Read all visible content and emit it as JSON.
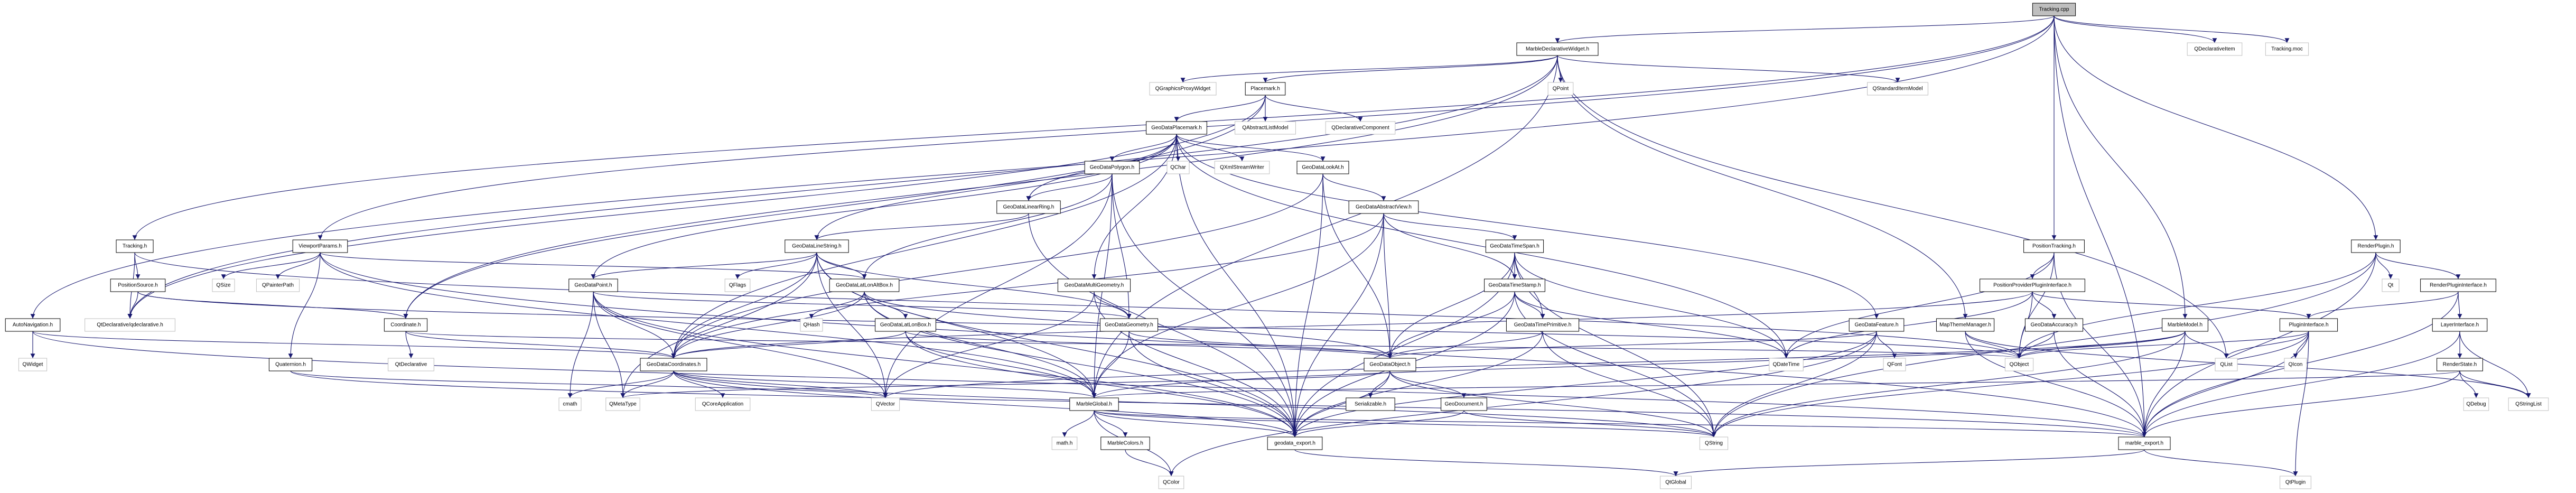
{
  "title": "Include dependency graph for Tracking.cpp",
  "colors": {
    "edge": "#191970",
    "root_fill": "#bfbfbf",
    "internal_border": "#000000",
    "external_border": "#bfbfbf"
  },
  "nodes": [
    {
      "id": "tracking_cpp",
      "label": "Tracking.cpp",
      "kind": "root"
    },
    {
      "id": "qdeclarativeitem",
      "label": "QDeclarativeItem",
      "kind": "external"
    },
    {
      "id": "tracking_moc",
      "label": "Tracking.moc",
      "kind": "external"
    },
    {
      "id": "marbledeclarativewidget",
      "label": "MarbleDeclarativeWidget.h",
      "kind": "internal"
    },
    {
      "id": "qgraphicsproxywidget",
      "label": "QGraphicsProxyWidget",
      "kind": "external"
    },
    {
      "id": "placemark",
      "label": "Placemark.h",
      "kind": "internal"
    },
    {
      "id": "qpoint",
      "label": "QPoint",
      "kind": "external"
    },
    {
      "id": "qstandarditemmodel",
      "label": "QStandardItemModel",
      "kind": "external"
    },
    {
      "id": "geodataplacemark",
      "label": "GeoDataPlacemark.h",
      "kind": "internal"
    },
    {
      "id": "qabstractlistmodel",
      "label": "QAbstractListModel",
      "kind": "external"
    },
    {
      "id": "qdeclarativecomponent",
      "label": "QDeclarativeComponent",
      "kind": "external"
    },
    {
      "id": "geodatapolygon",
      "label": "GeoDataPolygon.h",
      "kind": "internal"
    },
    {
      "id": "qchar",
      "label": "QChar",
      "kind": "external"
    },
    {
      "id": "qxmlstreamwriter",
      "label": "QXmlStreamWriter",
      "kind": "external"
    },
    {
      "id": "geodatalookat",
      "label": "GeoDataLookAt.h",
      "kind": "internal"
    },
    {
      "id": "geodatalinearring",
      "label": "GeoDataLinearRing.h",
      "kind": "internal"
    },
    {
      "id": "geodataabstractview",
      "label": "GeoDataAbstractView.h",
      "kind": "internal"
    },
    {
      "id": "tracking_h",
      "label": "Tracking.h",
      "kind": "internal"
    },
    {
      "id": "viewportparams",
      "label": "ViewportParams.h",
      "kind": "internal"
    },
    {
      "id": "geodatalinestring",
      "label": "GeoDataLineString.h",
      "kind": "internal"
    },
    {
      "id": "geodatatimespan",
      "label": "GeoDataTimeSpan.h",
      "kind": "internal"
    },
    {
      "id": "positiontracking",
      "label": "PositionTracking.h",
      "kind": "internal"
    },
    {
      "id": "renderplugin",
      "label": "RenderPlugin.h",
      "kind": "internal"
    },
    {
      "id": "positionsource",
      "label": "PositionSource.h",
      "kind": "internal"
    },
    {
      "id": "qsize",
      "label": "QSize",
      "kind": "external"
    },
    {
      "id": "qpainterpath",
      "label": "QPainterPath",
      "kind": "external"
    },
    {
      "id": "geodatapoint",
      "label": "GeoDataPoint.h",
      "kind": "internal"
    },
    {
      "id": "qflags",
      "label": "QFlags",
      "kind": "external"
    },
    {
      "id": "geodatalatlonaltbox",
      "label": "GeoDataLatLonAltBox.h",
      "kind": "internal"
    },
    {
      "id": "geodatamultigeometry",
      "label": "GeoDataMultiGeometry.h",
      "kind": "internal"
    },
    {
      "id": "geodatatimestamp",
      "label": "GeoDataTimeStamp.h",
      "kind": "internal"
    },
    {
      "id": "positionproviderplugininterface",
      "label": "PositionProviderPluginInterface.h",
      "kind": "internal"
    },
    {
      "id": "qt",
      "label": "Qt",
      "kind": "external"
    },
    {
      "id": "renderplugininterface",
      "label": "RenderPluginInterface.h",
      "kind": "internal"
    },
    {
      "id": "autonavigation",
      "label": "AutoNavigation.h",
      "kind": "internal"
    },
    {
      "id": "qtdeclarative_qdeclarative",
      "label": "QtDeclarative/qdeclarative.h",
      "kind": "external"
    },
    {
      "id": "coordinate",
      "label": "Coordinate.h",
      "kind": "internal"
    },
    {
      "id": "qhash",
      "label": "QHash",
      "kind": "external"
    },
    {
      "id": "geodatalatlonbox",
      "label": "GeoDataLatLonBox.h",
      "kind": "internal"
    },
    {
      "id": "geodatageometry",
      "label": "GeoDataGeometry.h",
      "kind": "internal"
    },
    {
      "id": "geodatatimeprimitive",
      "label": "GeoDataTimePrimitive.h",
      "kind": "internal"
    },
    {
      "id": "geodatafeature",
      "label": "GeoDataFeature.h",
      "kind": "internal"
    },
    {
      "id": "mapthememanager",
      "label": "MapThemeManager.h",
      "kind": "internal"
    },
    {
      "id": "geodataaccuracy",
      "label": "GeoDataAccuracy.h",
      "kind": "internal"
    },
    {
      "id": "marblemodel",
      "label": "MarbleModel.h",
      "kind": "internal"
    },
    {
      "id": "plugininterface",
      "label": "PluginInterface.h",
      "kind": "internal"
    },
    {
      "id": "layerinterface",
      "label": "LayerInterface.h",
      "kind": "internal"
    },
    {
      "id": "qwidget",
      "label": "QWidget",
      "kind": "external"
    },
    {
      "id": "quaternion",
      "label": "Quaternion.h",
      "kind": "internal"
    },
    {
      "id": "qtdeclarative",
      "label": "QtDeclarative",
      "kind": "external"
    },
    {
      "id": "geodatacoordinates",
      "label": "GeoDataCoordinates.h",
      "kind": "internal"
    },
    {
      "id": "geodataobject",
      "label": "GeoDataObject.h",
      "kind": "internal"
    },
    {
      "id": "qdatetime",
      "label": "QDateTime",
      "kind": "external"
    },
    {
      "id": "qfont",
      "label": "QFont",
      "kind": "external"
    },
    {
      "id": "qobject",
      "label": "QObject",
      "kind": "external"
    },
    {
      "id": "qlist",
      "label": "QList",
      "kind": "external"
    },
    {
      "id": "qicon",
      "label": "QIcon",
      "kind": "external"
    },
    {
      "id": "renderstate",
      "label": "RenderState.h",
      "kind": "internal"
    },
    {
      "id": "cmath",
      "label": "cmath",
      "kind": "external"
    },
    {
      "id": "qmetatype",
      "label": "QMetaType",
      "kind": "external"
    },
    {
      "id": "qcoreapplication",
      "label": "QCoreApplication",
      "kind": "external"
    },
    {
      "id": "qvector",
      "label": "QVector",
      "kind": "external"
    },
    {
      "id": "marbleglobal",
      "label": "MarbleGlobal.h",
      "kind": "internal"
    },
    {
      "id": "serializable",
      "label": "Serializable.h",
      "kind": "internal"
    },
    {
      "id": "geodocument",
      "label": "GeoDocument.h",
      "kind": "internal"
    },
    {
      "id": "qdebug",
      "label": "QDebug",
      "kind": "external"
    },
    {
      "id": "qstringlist",
      "label": "QStringList",
      "kind": "external"
    },
    {
      "id": "math_h",
      "label": "math.h",
      "kind": "external"
    },
    {
      "id": "marblecolors",
      "label": "MarbleColors.h",
      "kind": "internal"
    },
    {
      "id": "geodata_export",
      "label": "geodata_export.h",
      "kind": "internal"
    },
    {
      "id": "qstring",
      "label": "QString",
      "kind": "external"
    },
    {
      "id": "marble_export",
      "label": "marble_export.h",
      "kind": "internal"
    },
    {
      "id": "qcolor",
      "label": "QColor",
      "kind": "external"
    },
    {
      "id": "qtglobal",
      "label": "QtGlobal",
      "kind": "external"
    },
    {
      "id": "qtplugin",
      "label": "QtPlugin",
      "kind": "external"
    }
  ],
  "edges": [
    [
      "tracking_cpp",
      "qdeclarativeitem"
    ],
    [
      "tracking_cpp",
      "tracking_moc"
    ],
    [
      "tracking_cpp",
      "marbledeclarativewidget"
    ],
    [
      "tracking_cpp",
      "tracking_h"
    ],
    [
      "tracking_cpp",
      "autonavigation"
    ],
    [
      "tracking_cpp",
      "viewportparams"
    ],
    [
      "tracking_cpp",
      "positiontracking"
    ],
    [
      "tracking_cpp",
      "renderplugin"
    ],
    [
      "tracking_cpp",
      "marblemodel"
    ],
    [
      "tracking_cpp",
      "marble_export"
    ],
    [
      "marbledeclarativewidget",
      "qgraphicsproxywidget"
    ],
    [
      "marbledeclarativewidget",
      "placemark"
    ],
    [
      "marbledeclarativewidget",
      "qpoint"
    ],
    [
      "marbledeclarativewidget",
      "qstandarditemmodel"
    ],
    [
      "marbledeclarativewidget",
      "mapthememanager"
    ],
    [
      "marbledeclarativewidget",
      "coordinate"
    ],
    [
      "marbledeclarativewidget",
      "qtdeclarative_qdeclarative"
    ],
    [
      "marbledeclarativewidget",
      "qlist"
    ],
    [
      "marbledeclarativewidget",
      "marbleglobal"
    ],
    [
      "placemark",
      "geodataplacemark"
    ],
    [
      "placemark",
      "qabstractlistmodel"
    ],
    [
      "placemark",
      "qdeclarativecomponent"
    ],
    [
      "placemark",
      "coordinate"
    ],
    [
      "placemark",
      "qtdeclarative_qdeclarative"
    ],
    [
      "geodataplacemark",
      "geodatapolygon"
    ],
    [
      "geodataplacemark",
      "qchar"
    ],
    [
      "geodataplacemark",
      "qxmlstreamwriter"
    ],
    [
      "geodataplacemark",
      "geodatalookat"
    ],
    [
      "geodataplacemark",
      "geodatalinearring"
    ],
    [
      "geodataplacemark",
      "geodatalinestring"
    ],
    [
      "geodataplacemark",
      "geodatapoint"
    ],
    [
      "geodataplacemark",
      "geodatamultigeometry"
    ],
    [
      "geodataplacemark",
      "geodatafeature"
    ],
    [
      "geodataplacemark",
      "geodata_export"
    ],
    [
      "geodataplacemark",
      "qdatetime"
    ],
    [
      "geodataplacemark",
      "geodatacoordinates"
    ],
    [
      "geodatapolygon",
      "geodatalinearring"
    ],
    [
      "geodatapolygon",
      "geodatageometry"
    ],
    [
      "geodatapolygon",
      "geodata_export"
    ],
    [
      "geodatapolygon",
      "qvector"
    ],
    [
      "geodatapolygon",
      "marbleglobal"
    ],
    [
      "geodatapolygon",
      "geodatalatlonaltbox"
    ],
    [
      "geodatalookat",
      "geodataabstractview"
    ],
    [
      "geodatalookat",
      "geodatacoordinates"
    ],
    [
      "geodatalookat",
      "geodata_export"
    ],
    [
      "geodatalookat",
      "geodataobject"
    ],
    [
      "geodatalinearring",
      "geodatalinestring"
    ],
    [
      "geodatalinearring",
      "geodata_export"
    ],
    [
      "geodataabstractview",
      "geodatatimespan"
    ],
    [
      "geodataabstractview",
      "geodatatimestamp"
    ],
    [
      "geodataabstractview",
      "geodataobject"
    ],
    [
      "geodataabstractview",
      "geodata_export"
    ],
    [
      "geodataabstractview",
      "geodatacoordinates"
    ],
    [
      "geodataabstractview",
      "marbleglobal"
    ],
    [
      "tracking_h",
      "positionsource"
    ],
    [
      "tracking_h",
      "qtdeclarative_qdeclarative"
    ],
    [
      "tracking_h",
      "qobject"
    ],
    [
      "viewportparams",
      "qsize"
    ],
    [
      "viewportparams",
      "qpainterpath"
    ],
    [
      "viewportparams",
      "quaternion"
    ],
    [
      "viewportparams",
      "geodatalatlonaltbox"
    ],
    [
      "viewportparams",
      "marble_export"
    ],
    [
      "viewportparams",
      "marbleglobal"
    ],
    [
      "geodatalinestring",
      "geodatapoint"
    ],
    [
      "geodatalinestring",
      "qflags"
    ],
    [
      "geodatalinestring",
      "geodatalatlonaltbox"
    ],
    [
      "geodatalinestring",
      "geodatageometry"
    ],
    [
      "geodatalinestring",
      "geodatacoordinates"
    ],
    [
      "geodatalinestring",
      "qvector"
    ],
    [
      "geodatalinestring",
      "marbleglobal"
    ],
    [
      "geodatalinestring",
      "qmetatype"
    ],
    [
      "geodatalinestring",
      "geodata_export"
    ],
    [
      "geodatatimespan",
      "geodatatimestamp"
    ],
    [
      "geodatatimespan",
      "geodatatimeprimitive"
    ],
    [
      "geodatatimespan",
      "qdatetime"
    ],
    [
      "geodatatimespan",
      "geodataobject"
    ],
    [
      "geodatatimespan",
      "qstring"
    ],
    [
      "geodatatimespan",
      "geodata_export"
    ],
    [
      "positiontracking",
      "positionproviderplugininterface"
    ],
    [
      "positiontracking",
      "qobject"
    ],
    [
      "positiontracking",
      "marble_export"
    ],
    [
      "positiontracking",
      "qdatetime"
    ],
    [
      "renderplugin",
      "qt"
    ],
    [
      "renderplugin",
      "renderplugininterface"
    ],
    [
      "renderplugin",
      "qobject"
    ],
    [
      "renderplugin",
      "marble_export"
    ],
    [
      "renderplugin",
      "qstring"
    ],
    [
      "positionsource",
      "qtdeclarative_qdeclarative"
    ],
    [
      "positionsource",
      "coordinate"
    ],
    [
      "positionsource",
      "qobject"
    ],
    [
      "geodatapoint",
      "geodatacoordinates"
    ],
    [
      "geodatapoint",
      "geodatageometry"
    ],
    [
      "geodatapoint",
      "cmath"
    ],
    [
      "geodatapoint",
      "qmetatype"
    ],
    [
      "geodatapoint",
      "qvector"
    ],
    [
      "geodatapoint",
      "geodata_export"
    ],
    [
      "geodatalatlonaltbox",
      "qhash"
    ],
    [
      "geodatalatlonaltbox",
      "geodatalatlonbox"
    ],
    [
      "geodatalatlonaltbox",
      "geodataobject"
    ],
    [
      "geodatalatlonaltbox",
      "geodatacoordinates"
    ],
    [
      "geodatalatlonaltbox",
      "marbleglobal"
    ],
    [
      "geodatalatlonaltbox",
      "geodata_export"
    ],
    [
      "geodatamultigeometry",
      "geodatageometry"
    ],
    [
      "geodatamultigeometry",
      "qvector"
    ],
    [
      "geodatamultigeometry",
      "geodata_export"
    ],
    [
      "geodatatimestamp",
      "geodatatimeprimitive"
    ],
    [
      "geodatatimestamp",
      "qdatetime"
    ],
    [
      "geodatatimestamp",
      "geodataobject"
    ],
    [
      "geodatatimestamp",
      "geodata_export"
    ],
    [
      "geodatatimestamp",
      "qstring"
    ],
    [
      "positionproviderplugininterface",
      "plugininterface"
    ],
    [
      "positionproviderplugininterface",
      "geodataaccuracy"
    ],
    [
      "positionproviderplugininterface",
      "geodatacoordinates"
    ],
    [
      "positionproviderplugininterface",
      "qdatetime"
    ],
    [
      "positionproviderplugininterface",
      "qobject"
    ],
    [
      "renderplugininterface",
      "plugininterface"
    ],
    [
      "renderplugininterface",
      "layerinterface"
    ],
    [
      "renderplugininterface",
      "marble_export"
    ],
    [
      "autonavigation",
      "qwidget"
    ],
    [
      "autonavigation",
      "geodatacoordinates"
    ],
    [
      "autonavigation",
      "marble_export"
    ],
    [
      "coordinate",
      "qtdeclarative"
    ],
    [
      "coordinate",
      "geodatacoordinates"
    ],
    [
      "coordinate",
      "qobject"
    ],
    [
      "geodatalatlonbox",
      "geodataobject"
    ],
    [
      "geodatalatlonbox",
      "geodatacoordinates"
    ],
    [
      "geodatalatlonbox",
      "marbleglobal"
    ],
    [
      "geodatalatlonbox",
      "geodata_export"
    ],
    [
      "geodatageometry",
      "geodataobject"
    ],
    [
      "geodatageometry",
      "marbleglobal"
    ],
    [
      "geodatageometry",
      "geodata_export"
    ],
    [
      "geodatatimeprimitive",
      "geodataobject"
    ],
    [
      "geodatatimeprimitive",
      "geodata_export"
    ],
    [
      "geodatatimeprimitive",
      "qstring"
    ],
    [
      "geodatafeature",
      "geodataobject"
    ],
    [
      "geodatafeature",
      "qfont"
    ],
    [
      "geodatafeature",
      "qstring"
    ],
    [
      "geodatafeature",
      "qcolor"
    ],
    [
      "geodatafeature",
      "geodata_export"
    ],
    [
      "mapthememanager",
      "qobject"
    ],
    [
      "mapthememanager",
      "marble_export"
    ],
    [
      "mapthememanager",
      "qstringlist"
    ],
    [
      "geodataaccuracy",
      "qobject"
    ],
    [
      "geodataaccuracy",
      "marble_export"
    ],
    [
      "marblemodel",
      "qobject"
    ],
    [
      "marblemodel",
      "qlist"
    ],
    [
      "marblemodel",
      "marbleglobal"
    ],
    [
      "marblemodel",
      "qstring"
    ],
    [
      "marblemodel",
      "marble_export"
    ],
    [
      "marblemodel",
      "qvector"
    ],
    [
      "plugininterface",
      "qlist"
    ],
    [
      "plugininterface",
      "qicon"
    ],
    [
      "plugininterface",
      "qobject"
    ],
    [
      "plugininterface",
      "marble_export"
    ],
    [
      "plugininterface",
      "qstring"
    ],
    [
      "plugininterface",
      "qtplugin"
    ],
    [
      "layerinterface",
      "renderstate"
    ],
    [
      "layerinterface",
      "marble_export"
    ],
    [
      "layerinterface",
      "qstringlist"
    ],
    [
      "quaternion",
      "marble_export"
    ],
    [
      "quaternion",
      "qvector"
    ],
    [
      "geodatacoordinates",
      "cmath"
    ],
    [
      "geodatacoordinates",
      "qmetatype"
    ],
    [
      "geodatacoordinates",
      "qcoreapplication"
    ],
    [
      "geodatacoordinates",
      "qvector"
    ],
    [
      "geodatacoordinates",
      "marbleglobal"
    ],
    [
      "geodatacoordinates",
      "geodata_export"
    ],
    [
      "geodatacoordinates",
      "qstring"
    ],
    [
      "geodataobject",
      "serializable"
    ],
    [
      "geodataobject",
      "geodocument"
    ],
    [
      "geodataobject",
      "geodata_export"
    ],
    [
      "geodataobject",
      "qstring"
    ],
    [
      "geodataobject",
      "qmetatype"
    ],
    [
      "renderstate",
      "qdebug"
    ],
    [
      "renderstate",
      "qstringlist"
    ],
    [
      "renderstate",
      "marble_export"
    ],
    [
      "renderstate",
      "marbleglobal"
    ],
    [
      "marbleglobal",
      "math_h"
    ],
    [
      "marbleglobal",
      "marblecolors"
    ],
    [
      "marbleglobal",
      "qcolor"
    ],
    [
      "marbleglobal",
      "marble_export"
    ],
    [
      "marbleglobal",
      "qstring"
    ],
    [
      "marbleglobal",
      "geodata_export"
    ],
    [
      "geodocument",
      "geodata_export"
    ],
    [
      "geodocument",
      "qstring"
    ],
    [
      "marblecolors",
      "qcolor"
    ],
    [
      "geodata_export",
      "qtglobal"
    ],
    [
      "marble_export",
      "qtglobal"
    ],
    [
      "marble_export",
      "qtplugin"
    ]
  ]
}
